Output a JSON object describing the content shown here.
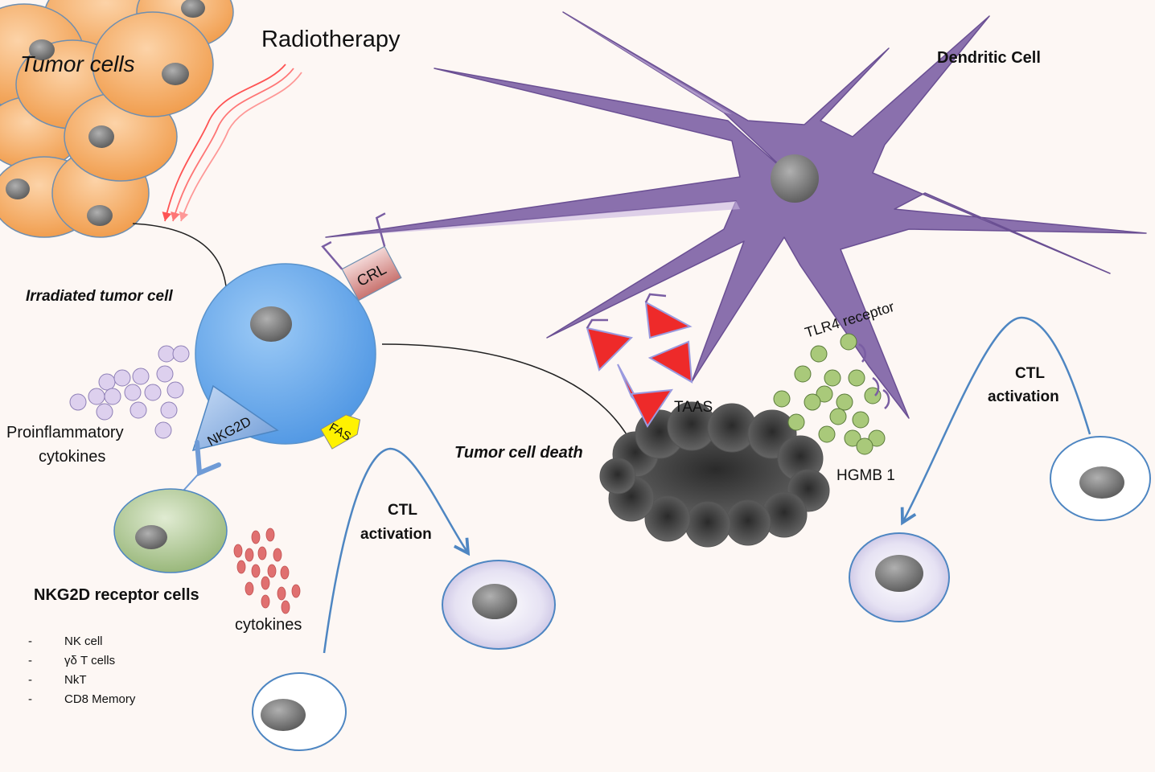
{
  "labels": {
    "tumor_cells": "Tumor cells",
    "radiotherapy": "Radiotherapy",
    "dendritic_cell": "Dendritic Cell",
    "irradiated_tumor_cell": "Irradiated tumor cell",
    "crl": "CRL",
    "nkg2d": "NKG2D",
    "fas": "FAS",
    "proinflammatory_line1": "Proinflammatory",
    "proinflammatory_line2": "cytokines",
    "tlr4_receptor": "TLR4 receptor",
    "taas": "TAAS",
    "tumor_cell_death": "Tumor cell death",
    "hgmb1": "HGMB 1",
    "ctl_activation_center_line1": "CTL",
    "ctl_activation_center_line2": "activation",
    "ctl_activation_right_line1": "CTL",
    "ctl_activation_right_line2": "activation",
    "nkg2d_receptor_cells": "NKG2D receptor cells",
    "cytokines": "cytokines"
  },
  "nkg2d_cell_types": [
    {
      "bullet": "-",
      "label": "NK cell"
    },
    {
      "bullet": "-",
      "label": "γδ T cells"
    },
    {
      "bullet": "-",
      "label": "NkT"
    },
    {
      "bullet": "-",
      "label": "CD8 Memory"
    }
  ],
  "colors": {
    "background": "#fdf7f4",
    "tumor_cell_fill": "#f4a860",
    "tumor_cell_stroke": "#6f8fb0",
    "nucleus": "#8a8a8a",
    "dendritic_cell": "#8a70ad",
    "irradiated_cell": "#6eaef0",
    "crl_receptor": "#d9908e",
    "nkg2d_ligand": "#8fb3e0",
    "fas": "#fff200",
    "cytokine_purple": "#ddd0ee",
    "cytokine_red": "#e07070",
    "nkg2d_receptor_cell": "#a8c490",
    "hgmb1": "#a9c97a",
    "taas": "#ee2a2a",
    "dead_cell": "#404040",
    "ctl_arrow": "#4e86c2",
    "radiation": "#ff5555",
    "yellow_arrow": "#ffff33"
  }
}
